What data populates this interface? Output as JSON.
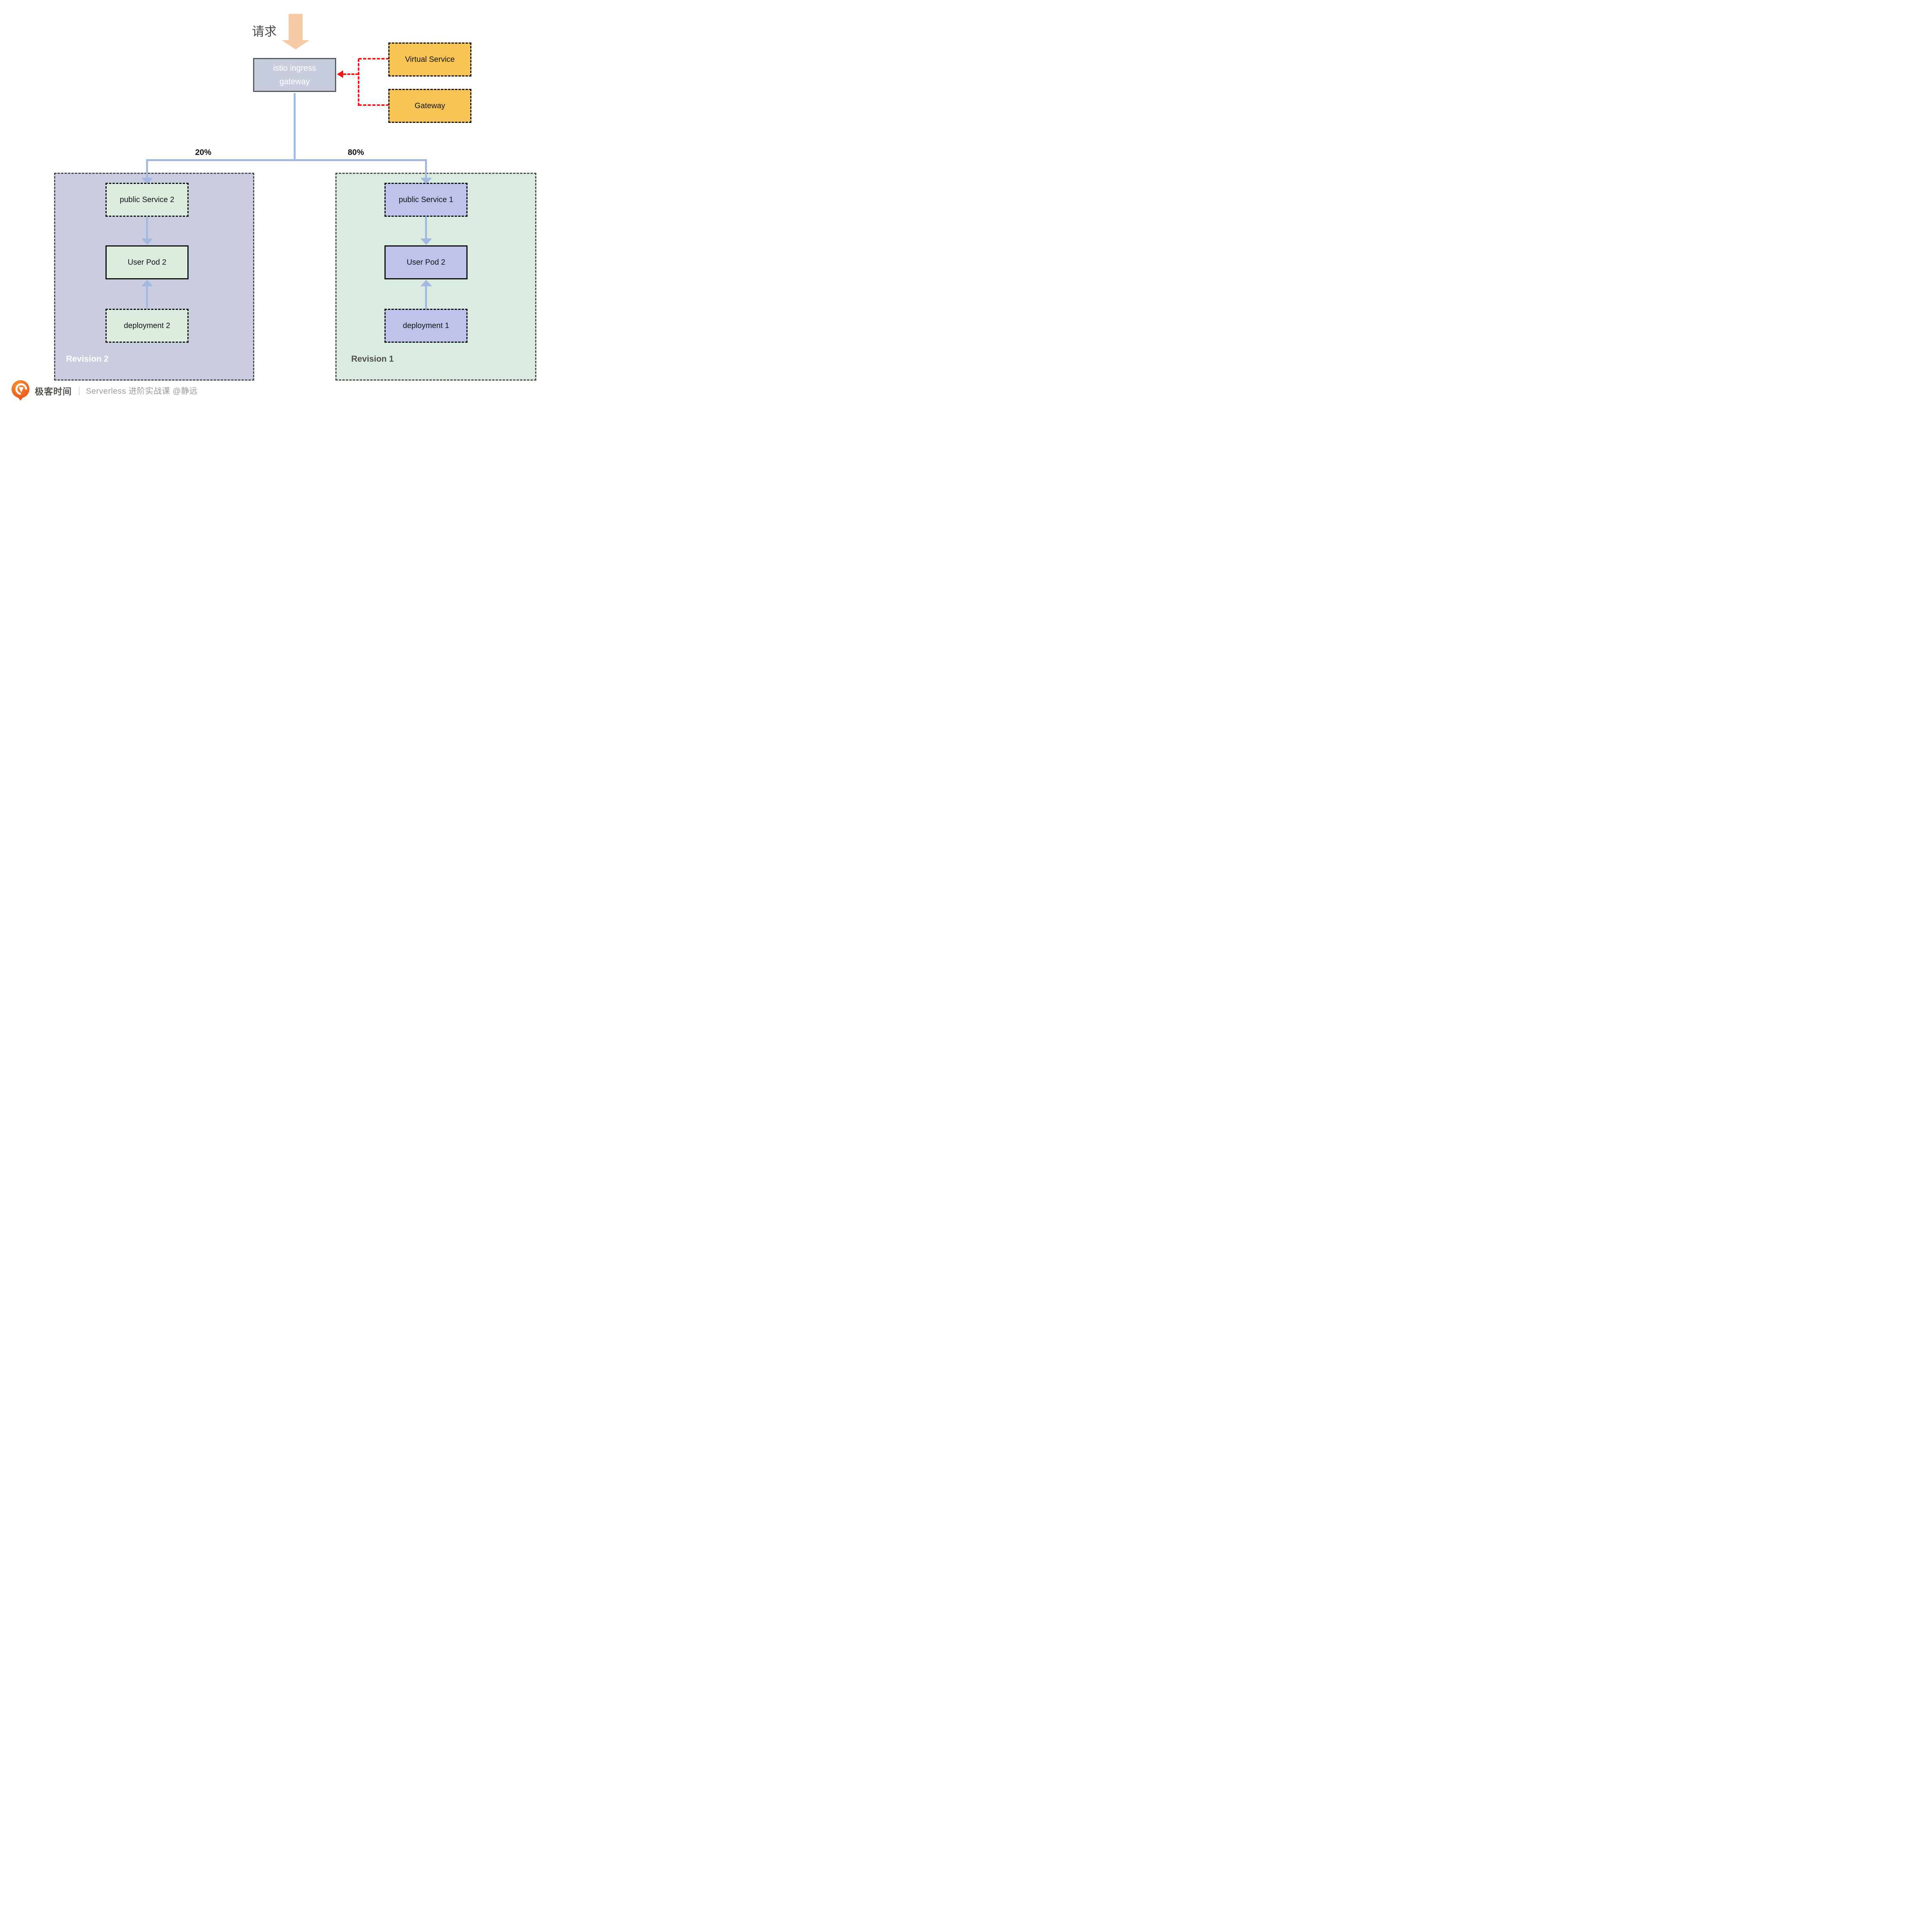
{
  "request": {
    "label": "请求"
  },
  "ingress": {
    "line1": "istio ingress",
    "line2": "gateway"
  },
  "istio_config": {
    "virtual_service": "Virtual Service",
    "gateway": "Gateway"
  },
  "traffic": {
    "left_pct": "20%",
    "right_pct": "80%"
  },
  "revision2": {
    "title": "Revision 2",
    "service": "public Service 2",
    "pod": "User Pod 2",
    "deployment": "deployment 2"
  },
  "revision1": {
    "title": "Revision 1",
    "service": "public Service 1",
    "pod": "User Pod 2",
    "deployment": "deployment 1"
  },
  "footer": {
    "brand": "极客时间",
    "divider": "|",
    "course": "Serverless 进阶实战课 @静远"
  },
  "colors": {
    "request_arrow": "#F6CAA4",
    "ingress_fill": "#C8CDDE",
    "config_fill": "#F6C455",
    "config_link": "#F41414",
    "traffic_line": "#A4B9E2",
    "revision2_fill": "#C9CDDF",
    "revision1_fill": "#DAECE0",
    "green_node_fill": "#DCEDE0",
    "purple_node_fill": "#BDC3EA",
    "logo_orange": "#EB5C20"
  }
}
